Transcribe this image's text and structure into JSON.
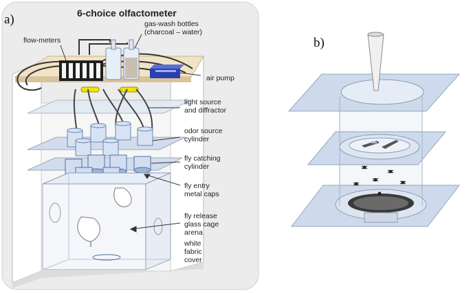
{
  "panel_a": {
    "label": "a)",
    "title": "6-choice olfactometer",
    "annotations": {
      "flow_meters": "flow-meters",
      "gas_wash_1": "gas-wash bottles",
      "gas_wash_2": "(charcoal – water)",
      "air_pump": "air pump",
      "light_source_1": "light source",
      "light_source_2": "and diffractor",
      "odor_source_1": "odor source",
      "odor_source_2": "cylinder",
      "fly_catching_1": "fly catching",
      "fly_catching_2": "cylinder",
      "fly_entry_1": "fly entry",
      "fly_entry_2": "metal caps",
      "fly_release_1": "fly release",
      "fly_release_2": "glass cage",
      "fly_release_3": "arena",
      "white_fabric_1": "white",
      "white_fabric_2": "fabric",
      "white_fabric_3": "cover"
    }
  },
  "panel_b": {
    "label": "b)"
  },
  "colors": {
    "panel_bg": "#ececec",
    "glass": "#c9d7ea",
    "glass_edge": "#8a9bb5",
    "flow_meter": "#222222",
    "pump": "#2a3fb0",
    "light": "#f2e400",
    "tube_blue": "#5b8fd6"
  }
}
